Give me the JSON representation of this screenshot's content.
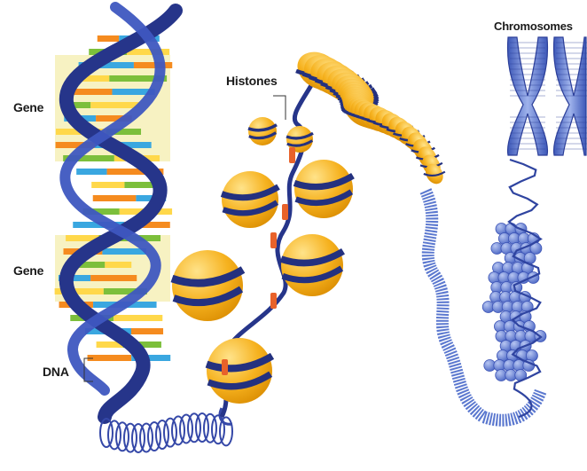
{
  "labels": {
    "gene_top": "Gene",
    "gene_bottom": "Gene",
    "dna": "DNA",
    "histones": "Histones",
    "chromosomes": "Chromosomes"
  },
  "colors": {
    "dna_strand": "#2b3a8f",
    "dna_strand_light": "#4a63c4",
    "gene_highlight": "#f7f2c2",
    "histone": "#f6b21f",
    "histone_band": "#24317f",
    "linker": "#e8622a",
    "chromosome": "#5b78cf",
    "base_orange": "#f58b1f",
    "base_green": "#7cbf3b",
    "base_blue": "#3aa7e0",
    "base_yellow": "#ffd84a"
  },
  "icons": [
    "dna-helix",
    "histone-spheres",
    "chromatin-fiber",
    "chromosome-pair"
  ]
}
